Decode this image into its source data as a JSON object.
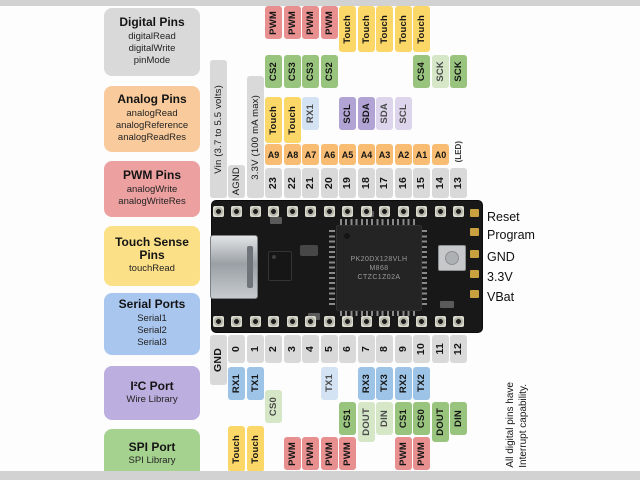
{
  "legend": [
    {
      "id": "digital",
      "title": "Digital Pins",
      "lines": [
        "digitalRead",
        "digitalWrite",
        "pinMode"
      ]
    },
    {
      "id": "analog",
      "title": "Analog Pins",
      "lines": [
        "analogRead",
        "analogReference",
        "analogReadRes"
      ]
    },
    {
      "id": "pwm",
      "title": "PWM Pins",
      "lines": [
        "analogWrite",
        "analogWriteRes"
      ]
    },
    {
      "id": "touch",
      "title": "Touch Sense Pins",
      "lines": [
        "touchRead"
      ]
    },
    {
      "id": "serial",
      "title": "Serial Ports",
      "lines": [
        "Serial1",
        "Serial2",
        "Serial3"
      ]
    },
    {
      "id": "i2c",
      "title": "I²C Port",
      "lines": [
        "Wire Library"
      ]
    },
    {
      "id": "spi",
      "title": "SPI Port",
      "lines": [
        "SPI Library"
      ]
    }
  ],
  "top": {
    "power": [
      {
        "id": "vin",
        "label": "Vin (3.7 to 5.5 volts)"
      },
      {
        "id": "agnd",
        "label": "AGND"
      },
      {
        "id": "3v3",
        "label": "3.3V (100 mA max)"
      }
    ],
    "pins": [
      {
        "n": "23",
        "a": "A9",
        "tags": [
          [
            "PWM",
            "pwm",
            "t1",
            0
          ],
          [
            "CS2",
            "spi",
            "t2",
            0
          ],
          [
            "Touch",
            "touch",
            "t3",
            0
          ]
        ]
      },
      {
        "n": "22",
        "a": "A8",
        "tags": [
          [
            "PWM",
            "pwm",
            "t1",
            0
          ],
          [
            "CS3",
            "spi",
            "t2",
            0
          ],
          [
            "Touch",
            "touch",
            "t3",
            0
          ]
        ]
      },
      {
        "n": "21",
        "a": "A7",
        "tags": [
          [
            "PWM",
            "pwm",
            "t1",
            0
          ],
          [
            "CS3",
            "spi",
            "t2",
            0
          ],
          [
            "RX1",
            "serial",
            "t3",
            1
          ]
        ]
      },
      {
        "n": "20",
        "a": "A6",
        "tags": [
          [
            "PWM",
            "pwm",
            "t1",
            0
          ],
          [
            "CS2",
            "spi",
            "t2",
            0
          ]
        ]
      },
      {
        "n": "19",
        "a": "A5",
        "tags": [
          [
            "Touch",
            "touch",
            "t1",
            0
          ],
          [
            "SCL",
            "i2c",
            "t3",
            0
          ]
        ]
      },
      {
        "n": "18",
        "a": "A4",
        "tags": [
          [
            "Touch",
            "touch",
            "t1",
            0
          ],
          [
            "SDA",
            "i2c",
            "t3",
            0
          ]
        ]
      },
      {
        "n": "17",
        "a": "A3",
        "tags": [
          [
            "Touch",
            "touch",
            "t1",
            0
          ],
          [
            "SDA",
            "i2c",
            "t3",
            1
          ]
        ]
      },
      {
        "n": "16",
        "a": "A2",
        "tags": [
          [
            "Touch",
            "touch",
            "t1",
            0
          ],
          [
            "SCL",
            "i2c",
            "t3",
            1
          ]
        ]
      },
      {
        "n": "15",
        "a": "A1",
        "tags": [
          [
            "Touch",
            "touch",
            "t1",
            0
          ],
          [
            "CS4",
            "spi",
            "t2",
            0
          ]
        ]
      },
      {
        "n": "14",
        "a": "A0",
        "tags": [
          [
            "SCK",
            "spi",
            "t2",
            1
          ]
        ]
      },
      {
        "n": "13",
        "led": "(LED)",
        "tags": [
          [
            "SCK",
            "spi",
            "t2",
            0
          ]
        ]
      }
    ]
  },
  "bottom": {
    "gnd": "GND",
    "pins": [
      {
        "n": "0",
        "tags": [
          [
            "RX1",
            "serial",
            "b1",
            0
          ],
          [
            "Touch",
            "touch",
            "b3t",
            0
          ]
        ]
      },
      {
        "n": "1",
        "tags": [
          [
            "TX1",
            "serial",
            "b1",
            0
          ],
          [
            "Touch",
            "touch",
            "b3t",
            0
          ]
        ]
      },
      {
        "n": "2",
        "tags": [
          [
            "CS0",
            "spi",
            "b2a",
            1
          ]
        ]
      },
      {
        "n": "3",
        "tags": [
          [
            "PWM",
            "pwm",
            "b3",
            0
          ]
        ]
      },
      {
        "n": "4",
        "tags": [
          [
            "PWM",
            "pwm",
            "b3",
            0
          ]
        ]
      },
      {
        "n": "5",
        "tags": [
          [
            "TX1",
            "serial",
            "b1",
            1
          ],
          [
            "PWM",
            "pwm",
            "b3",
            0
          ]
        ]
      },
      {
        "n": "6",
        "tags": [
          [
            "CS1",
            "spi",
            "b2",
            0
          ],
          [
            "PWM",
            "pwm",
            "b3",
            0
          ]
        ]
      },
      {
        "n": "7",
        "tags": [
          [
            "RX3",
            "serial",
            "b1",
            0
          ],
          [
            "DOUT",
            "spi",
            "b2",
            1
          ]
        ]
      },
      {
        "n": "8",
        "tags": [
          [
            "TX3",
            "serial",
            "b1",
            0
          ],
          [
            "DIN",
            "spi",
            "b2",
            1
          ]
        ]
      },
      {
        "n": "9",
        "tags": [
          [
            "RX2",
            "serial",
            "b1",
            0
          ],
          [
            "CS1",
            "spi",
            "b2",
            0
          ],
          [
            "PWM",
            "pwm",
            "b3",
            0
          ]
        ]
      },
      {
        "n": "10",
        "tags": [
          [
            "TX2",
            "serial",
            "b1",
            0
          ],
          [
            "CS0",
            "spi",
            "b2",
            0
          ],
          [
            "PWM",
            "pwm",
            "b3",
            0
          ]
        ]
      },
      {
        "n": "11",
        "tags": [
          [
            "DOUT",
            "spi",
            "b2",
            0
          ]
        ]
      },
      {
        "n": "12",
        "tags": [
          [
            "DIN",
            "spi",
            "b2",
            0
          ]
        ]
      }
    ]
  },
  "right_labels": [
    "Reset",
    "Program",
    "GND",
    "3.3V",
    "VBat"
  ],
  "note_lines": [
    "All digital pins have",
    "Interrupt capability."
  ],
  "board": {
    "chip_lines": [
      "PK20DX128VLH",
      "M868",
      "CTZC1Z02A"
    ]
  }
}
